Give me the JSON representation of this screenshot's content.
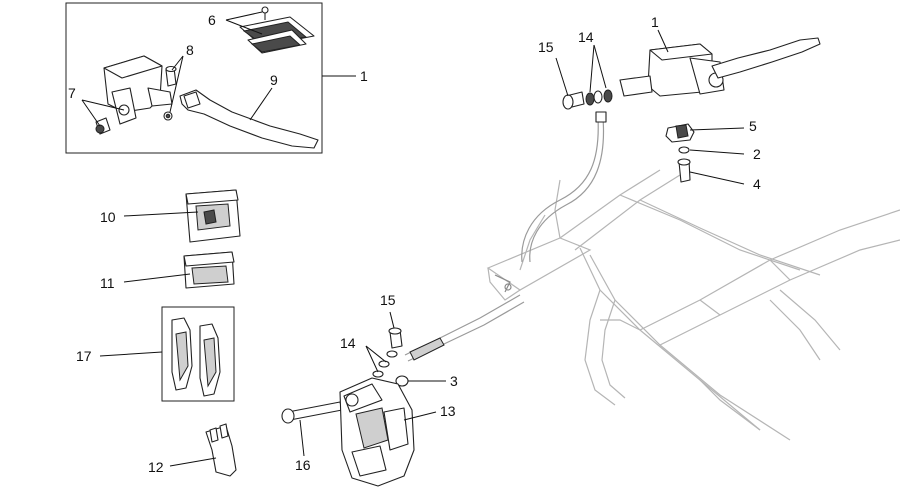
{
  "callouts": [
    {
      "id": "c1a",
      "text": "1"
    },
    {
      "id": "c1b",
      "text": "1"
    },
    {
      "id": "c2",
      "text": "2"
    },
    {
      "id": "c3",
      "text": "3"
    },
    {
      "id": "c4",
      "text": "4"
    },
    {
      "id": "c5",
      "text": "5"
    },
    {
      "id": "c6",
      "text": "6"
    },
    {
      "id": "c7",
      "text": "7"
    },
    {
      "id": "c8",
      "text": "8"
    },
    {
      "id": "c9",
      "text": "9"
    },
    {
      "id": "c10",
      "text": "10"
    },
    {
      "id": "c11",
      "text": "11"
    },
    {
      "id": "c12",
      "text": "12"
    },
    {
      "id": "c13",
      "text": "13"
    },
    {
      "id": "c14a",
      "text": "14"
    },
    {
      "id": "c14b",
      "text": "14"
    },
    {
      "id": "c15a",
      "text": "15"
    },
    {
      "id": "c15b",
      "text": "15"
    },
    {
      "id": "c16",
      "text": "16"
    },
    {
      "id": "c17",
      "text": "17"
    }
  ]
}
